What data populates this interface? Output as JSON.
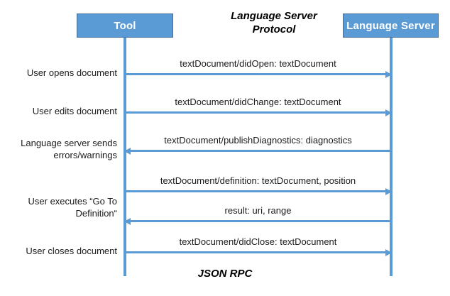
{
  "diagram": {
    "title": "Language Server\nProtocol",
    "footer": "JSON RPC",
    "accent_color": "#5b9bd5",
    "box_border_color": "#41719c",
    "box_text_color": "#ffffff",
    "text_color": "#1a1a1a",
    "background": "#ffffff"
  },
  "participants": [
    {
      "id": "tool",
      "label": "Tool"
    },
    {
      "id": "language-server",
      "label": "Language Server"
    }
  ],
  "messages": [
    {
      "id": "did-open",
      "label": "textDocument/didOpen: textDocument",
      "direction": "right",
      "note": "User opens document"
    },
    {
      "id": "did-change",
      "label": "textDocument/didChange: textDocument",
      "direction": "right",
      "note": "User edits document"
    },
    {
      "id": "publish-diagnostics",
      "label": "textDocument/publishDiagnostics: diagnostics",
      "direction": "left",
      "note": "Language server sends\nerrors/warnings"
    },
    {
      "id": "definition",
      "label": "textDocument/definition: textDocument, position",
      "direction": "right",
      "note": ""
    },
    {
      "id": "definition-result",
      "label": "result: uri, range",
      "direction": "left",
      "note": "User executes “Go To\nDefinition“"
    },
    {
      "id": "did-close",
      "label": "textDocument/didClose: textDocument",
      "direction": "right",
      "note": "User closes document"
    }
  ]
}
